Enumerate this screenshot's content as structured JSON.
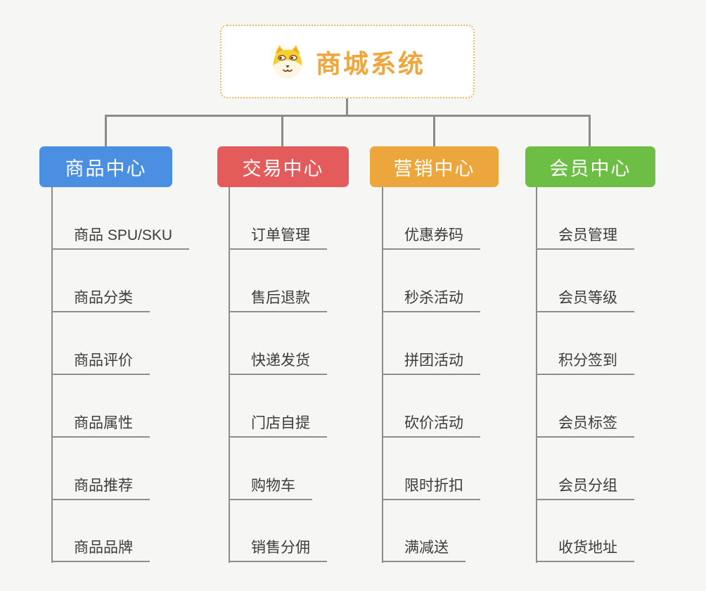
{
  "root": {
    "title": "商城系统",
    "icon": "dog-face-icon"
  },
  "branches": [
    {
      "label": "商品中心",
      "color": "#4b8fe2",
      "children": [
        "商品 SPU/SKU",
        "商品分类",
        "商品评价",
        "商品属性",
        "商品推荐",
        "商品品牌"
      ]
    },
    {
      "label": "交易中心",
      "color": "#e45b5b",
      "children": [
        "订单管理",
        "售后退款",
        "快递发货",
        "门店自提",
        "购物车",
        "销售分佣"
      ]
    },
    {
      "label": "营销中心",
      "color": "#eda63b",
      "children": [
        "优惠券码",
        "秒杀活动",
        "拼团活动",
        "砍价活动",
        "限时折扣",
        "满减送"
      ]
    },
    {
      "label": "会员中心",
      "color": "#6cbe44",
      "children": [
        "会员管理",
        "会员等级",
        "积分签到",
        "会员标签",
        "会员分组",
        "收货地址"
      ]
    }
  ],
  "colors": {
    "root_accent": "#efa63c",
    "connector": "#8b8b8b",
    "leaf_text": "#3c3c3c",
    "background": "#f6f6f5"
  }
}
